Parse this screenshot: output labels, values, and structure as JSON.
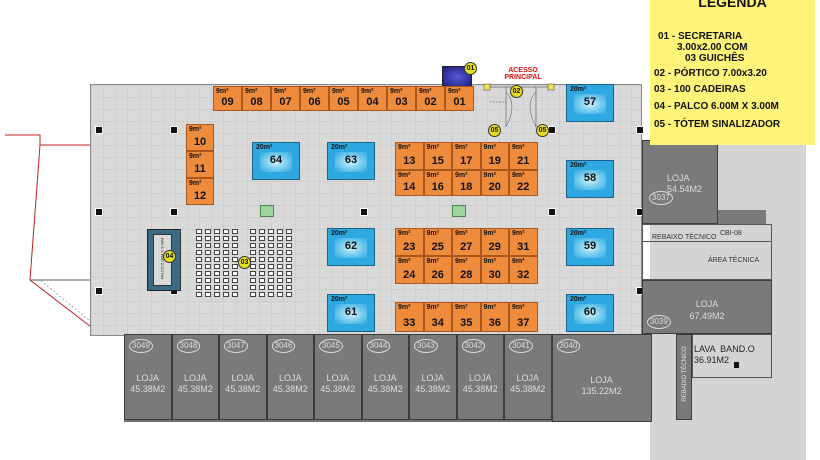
{
  "legend": {
    "title": "LEGENDA",
    "items": [
      "01 - SECRETARIA",
      "3.00x2.00 COM",
      "03 GUICHÊS",
      "02 - PÓRTICO 7.00x3.20",
      "03 - 100 CADEIRAS",
      "04 - PALCO 6.00M X 3.00M",
      "05 - TÓTEM SINALIZADOR"
    ]
  },
  "entrance": {
    "label_line1": "ACESSO",
    "label_line2": "PRINCIPAL"
  },
  "markers": {
    "m01": "01",
    "m02": "02",
    "m03": "03",
    "m04": "04",
    "m05": "05"
  },
  "stage_label": "PALCO 6.00M X 3.00M",
  "stands_small_area": "9m²",
  "stands_large_area": "20m²",
  "stands": [
    "01",
    "02",
    "03",
    "04",
    "05",
    "06",
    "07",
    "08",
    "09",
    "10",
    "11",
    "12",
    "13",
    "14",
    "15",
    "16",
    "17",
    "18",
    "19",
    "20",
    "21",
    "22",
    "23",
    "24",
    "25",
    "26",
    "27",
    "28",
    "29",
    "30",
    "31",
    "32",
    "33",
    "34",
    "35",
    "36",
    "37"
  ],
  "stands_large": [
    "57",
    "58",
    "59",
    "60",
    "61",
    "62",
    "63",
    "64"
  ],
  "shops": [
    {
      "code": "3049",
      "name": "LOJA",
      "area": "45.38M2"
    },
    {
      "code": "3048",
      "name": "LOJA",
      "area": "45.38M2"
    },
    {
      "code": "3047",
      "name": "LOJA",
      "area": "45.38M2"
    },
    {
      "code": "3046",
      "name": "LOJA",
      "area": "45.38M2"
    },
    {
      "code": "3045",
      "name": "LOJA",
      "area": "45.38M2"
    },
    {
      "code": "3044",
      "name": "LOJA",
      "area": "45.38M2"
    },
    {
      "code": "3043",
      "name": "LOJA",
      "area": "45.38M2"
    },
    {
      "code": "3042",
      "name": "LOJA",
      "area": "45.38M2"
    },
    {
      "code": "3041",
      "name": "LOJA",
      "area": "45.38M2"
    },
    {
      "code": "3040",
      "name": "LOJA",
      "area": "135.22M2"
    }
  ],
  "right_areas": {
    "shop_3037": {
      "code": "3037",
      "name": "LOJA",
      "area": "54.54M2"
    },
    "shop_3039": {
      "code": "3039",
      "name": "LOJA",
      "area": "67.49M2"
    },
    "rebaixo_tecnico": "REBAIXO TÉCNICO",
    "cbi": "CBI-08",
    "area_tecnica": "ÁREA TÉCNICA",
    "lava": "LAVA  BAND.O",
    "lava_area": "36.91M2",
    "rebaixo_vertical": "REBAIXO TÉCNICO"
  },
  "colors": {
    "stand_small": "#ef8b3c",
    "stand_large": "#2ea8e0",
    "floor": "#d9d9d9",
    "shop": "#7a7a7a",
    "legend_bg": "#fff37a"
  }
}
